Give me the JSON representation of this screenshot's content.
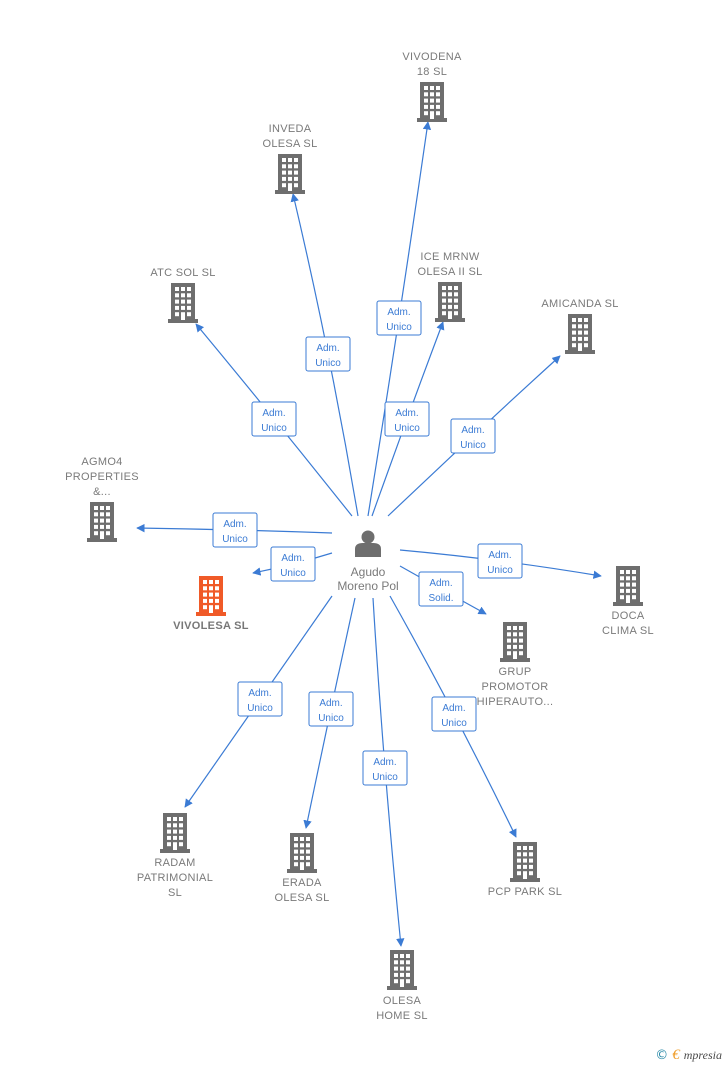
{
  "center": {
    "name_line1": "Agudo",
    "name_line2": "Moreno Pol"
  },
  "companies": [
    {
      "id": "vivodena",
      "lines": [
        "VIVODENA",
        "18  SL"
      ],
      "focus": false
    },
    {
      "id": "inveda",
      "lines": [
        "INVEDA",
        "OLESA SL"
      ],
      "focus": false
    },
    {
      "id": "ice",
      "lines": [
        "ICE MRNW",
        "OLESA II  SL"
      ],
      "focus": false
    },
    {
      "id": "atc",
      "lines": [
        "ATC SOL  SL"
      ],
      "focus": false
    },
    {
      "id": "amicanda",
      "lines": [
        "AMICANDA  SL"
      ],
      "focus": false
    },
    {
      "id": "agmo4",
      "lines": [
        "AGMO4",
        "PROPERTIES",
        "&..."
      ],
      "focus": false
    },
    {
      "id": "vivolesa",
      "lines": [
        "VIVOLESA  SL"
      ],
      "focus": true
    },
    {
      "id": "doca",
      "lines": [
        "DOCA",
        "CLIMA  SL"
      ],
      "focus": false
    },
    {
      "id": "grup",
      "lines": [
        "GRUP",
        "PROMOTOR",
        "HIPERAUTO..."
      ],
      "focus": false
    },
    {
      "id": "radam",
      "lines": [
        "RADAM",
        "PATRIMONIAL",
        "SL"
      ],
      "focus": false
    },
    {
      "id": "erada",
      "lines": [
        "ERADA",
        "OLESA  SL"
      ],
      "focus": false
    },
    {
      "id": "pcp",
      "lines": [
        "PCP PARK  SL"
      ],
      "focus": false
    },
    {
      "id": "olesahome",
      "lines": [
        "OLESA",
        "HOME  SL"
      ],
      "focus": false
    }
  ],
  "edges": [
    {
      "to": "vivodena",
      "role_line1": "Adm.",
      "role_line2": "Unico"
    },
    {
      "to": "inveda",
      "role_line1": "Adm.",
      "role_line2": "Unico"
    },
    {
      "to": "ice",
      "role_line1": "Adm.",
      "role_line2": "Unico"
    },
    {
      "to": "atc",
      "role_line1": "Adm.",
      "role_line2": "Unico"
    },
    {
      "to": "amicanda",
      "role_line1": "Adm.",
      "role_line2": "Unico"
    },
    {
      "to": "agmo4",
      "role_line1": "Adm.",
      "role_line2": "Unico"
    },
    {
      "to": "vivolesa",
      "role_line1": "Adm.",
      "role_line2": "Unico"
    },
    {
      "to": "doca",
      "role_line1": "Adm.",
      "role_line2": "Unico"
    },
    {
      "to": "grup",
      "role_line1": "Adm.",
      "role_line2": "Solid."
    },
    {
      "to": "radam",
      "role_line1": "Adm.",
      "role_line2": "Unico"
    },
    {
      "to": "erada",
      "role_line1": "Adm.",
      "role_line2": "Unico"
    },
    {
      "to": "pcp",
      "role_line1": "Adm.",
      "role_line2": "Unico"
    },
    {
      "to": "olesahome",
      "role_line1": "Adm.",
      "role_line2": "Unico"
    }
  ],
  "colors": {
    "edge": "#3b7bd4",
    "building": "#6e6e6e",
    "focus_building": "#f05a28",
    "person": "#6e6e6e"
  },
  "footer": {
    "copyright": "©",
    "brand_initial": "€",
    "brand_rest": "mpresia"
  }
}
